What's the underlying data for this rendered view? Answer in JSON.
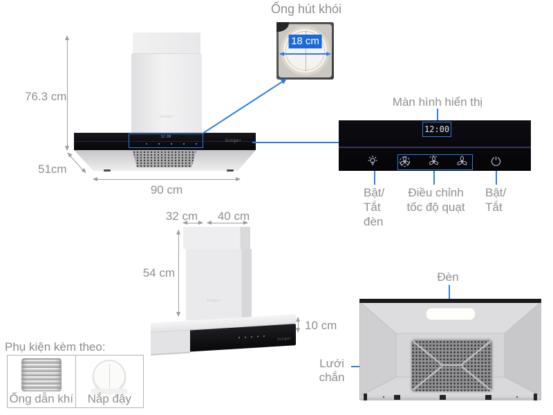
{
  "colors": {
    "accent_blue": "#2e7ee3",
    "badge_blue": "#1b6ad8",
    "label_gray": "#8f8f8f",
    "panel_black": "#0a0a0e"
  },
  "front_view": {
    "height": "76.3 cm",
    "depth": "51cm",
    "width": "90 cm",
    "display_time": "12:00",
    "brand": "Junger"
  },
  "duct_photo": {
    "title": "Ống hút khói",
    "diameter": "18 cm"
  },
  "control_panel": {
    "screen_label": "Màn hình hiển thị",
    "time": "12:00",
    "light_toggle_label": "Bật/\nTắt\nđèn",
    "fan_speed_label": "Điều chỉnh\ntốc độ quạt",
    "power_toggle_label": "Bật/\nTắt",
    "icons": [
      "light-bulb-icon",
      "fan-speed-high-icon",
      "fan-speed-mid-icon",
      "fan-speed-low-icon",
      "power-icon"
    ]
  },
  "side_view": {
    "top_depth": "32 cm",
    "top_width": "40 cm",
    "chimney_height": "54 cm",
    "body_height": "10 cm",
    "brand": "Junger"
  },
  "accessories": {
    "title": "Phụ kiện kèm theo:",
    "items": [
      {
        "label": "Ống dẫn khí",
        "icon": "flexible-duct-icon"
      },
      {
        "label": "Nắp đậy",
        "icon": "round-cap-icon"
      }
    ]
  },
  "bottom_view": {
    "light_label": "Đèn",
    "mesh_label": "Lưới\nchắn"
  }
}
